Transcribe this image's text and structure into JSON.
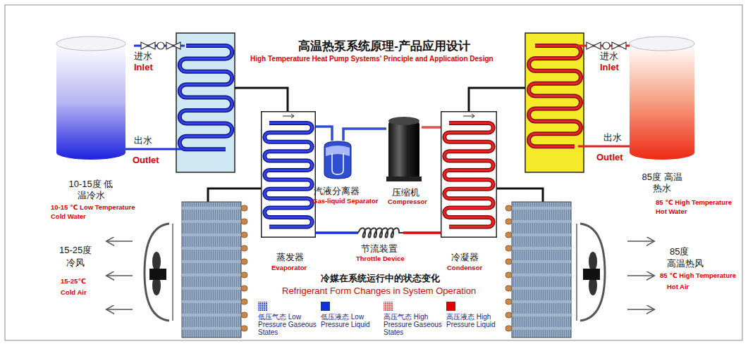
{
  "diagram": {
    "title": "高温热泵系统原理-产品应用设计",
    "nodes": [
      {
        "text": [
          "10-15度 低温冷水",
          "10-15 ℃ Low Temperature Cold Water"
        ]
      },
      {
        "text": [
          "蒸发器",
          "Evaporator"
        ]
      },
      {
        "text": [
          "汽液分离器",
          "Gas-liquid Separator"
        ]
      },
      {
        "text": [
          "压缩机",
          "Compressor"
        ]
      },
      {
        "text": [
          "节流装置",
          "Throttle Device"
        ]
      },
      {
        "text": [
          "冷凝器",
          "Condensor"
        ]
      },
      {
        "text": [
          "85度 高温热水",
          "85 ℃ High Temperature Hot Water"
        ]
      }
    ],
    "edges": [
      {
        "from": 1,
        "to": 2,
        "arrow": "none"
      },
      {
        "from": 2,
        "to": 3,
        "arrow": "none"
      },
      {
        "from": 3,
        "to": 5,
        "arrow": "none"
      },
      {
        "from": 5,
        "to": 4,
        "arrow": "none"
      },
      {
        "from": 4,
        "to": 1,
        "arrow": "none"
      }
    ],
    "labels": [
      "High Temperature Heat Pump Systems' Principle and Application Design",
      "进水",
      "Inlet",
      "出水",
      "Outlet",
      "进水",
      "Inlet",
      "出水",
      "Outlet",
      "15-25度",
      "冷风",
      "15-25℃",
      "Cold Air",
      "85度",
      "高温热风",
      "85 ℃ High Temperature",
      "Hot Air",
      "冷媒在系统运行中的状态变化",
      "Refrigerant Form Changes in System Operation"
    ],
    "legend": [
      {
        "text": "低压气态 Low Pressure Gaseous States",
        "color": "#2f4fd0"
      },
      {
        "text": "低压液态 Low Pressure Liquid",
        "color": "#1030e0"
      },
      {
        "text": "高压气态 High Pressure Gaseous States",
        "color": "#d9534f"
      },
      {
        "text": "高压液态 High Pressure Liquid",
        "color": "#e00000"
      }
    ]
  }
}
